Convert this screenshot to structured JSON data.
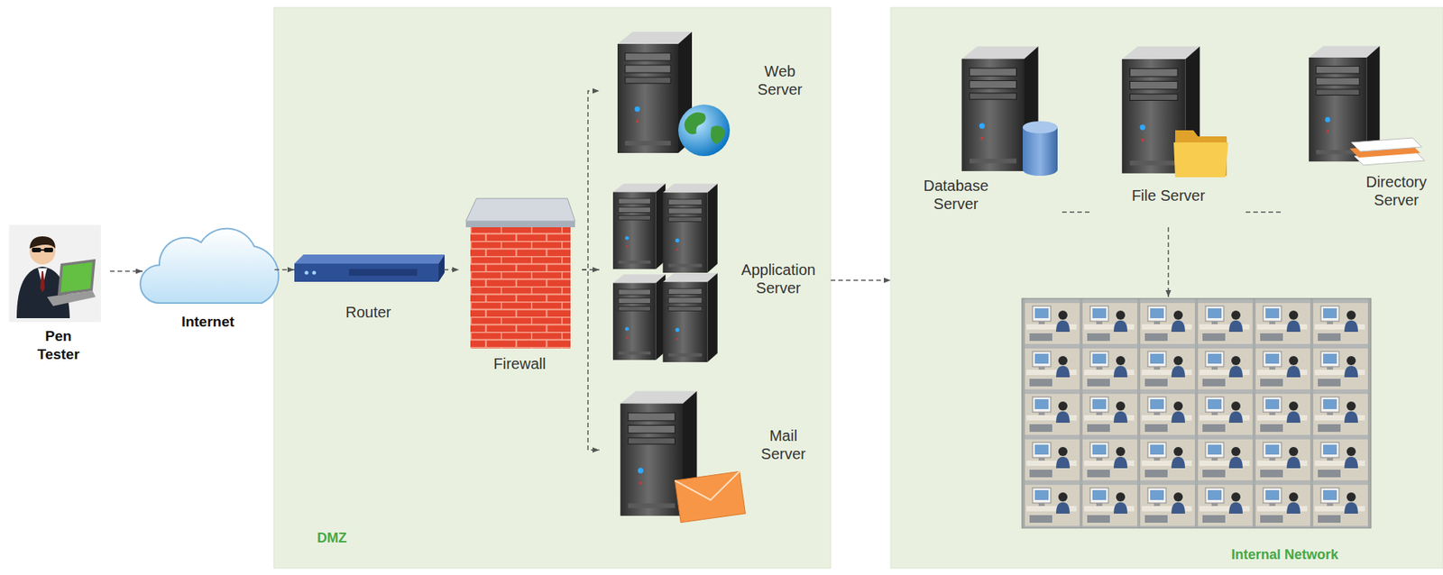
{
  "diagram": {
    "nodes": [
      {
        "text": [
          "Pen Tester"
        ]
      },
      {
        "text": [
          "Internet"
        ]
      },
      {
        "text": [
          "DMZ"
        ]
      },
      {
        "text": [
          "Router"
        ],
        "in": 2
      },
      {
        "text": [
          "Firewall"
        ],
        "in": 2
      },
      {
        "text": [
          "Web Server"
        ],
        "in": 2
      },
      {
        "text": [
          "Application Server"
        ],
        "in": 2
      },
      {
        "text": [
          "Mail Server"
        ],
        "in": 2
      },
      {
        "text": [
          "Internal Network"
        ]
      },
      {
        "text": [
          "Database Server"
        ],
        "in": 8
      },
      {
        "text": [
          "File Server"
        ],
        "in": 8
      },
      {
        "text": [
          "Directory Server"
        ],
        "in": 8
      }
    ],
    "edges": [
      {
        "from": 0,
        "to": 1,
        "arrow": "to"
      },
      {
        "from": 1,
        "to": 3,
        "arrow": "to"
      },
      {
        "from": 3,
        "to": 4,
        "arrow": "to"
      },
      {
        "from": 4,
        "to": 5,
        "arrow": "to"
      },
      {
        "from": 4,
        "to": 6,
        "arrow": "to"
      },
      {
        "from": 4,
        "to": 7,
        "arrow": "to"
      },
      {
        "from": 6,
        "to": 8,
        "arrow": "to"
      },
      {
        "from": 9,
        "to": 10,
        "arrow": "none"
      },
      {
        "from": 10,
        "to": 11,
        "arrow": "none"
      }
    ]
  }
}
